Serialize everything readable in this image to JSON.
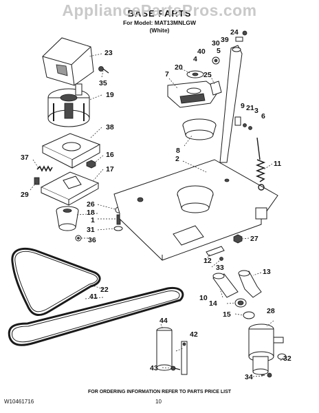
{
  "watermark": "AppliancePartsPros.com",
  "title": "BASE PARTS",
  "model_line": "For Model: MAT13MNLGW",
  "color_line": "(White)",
  "footer": {
    "note": "FOR ORDERING INFORMATION REFER TO PARTS PRICE LIST",
    "doc_code": "W10461716",
    "page": "10"
  },
  "callouts": [
    "23",
    "35",
    "19",
    "38",
    "16",
    "37",
    "17",
    "29",
    "26",
    "18",
    "1",
    "31",
    "36",
    "22",
    "41",
    "44",
    "42",
    "43",
    "24",
    "39",
    "30",
    "5",
    "40",
    "4",
    "20",
    "25",
    "7",
    "9",
    "21",
    "3",
    "6",
    "8",
    "2",
    "11",
    "27",
    "12",
    "33",
    "13",
    "10",
    "14",
    "15",
    "28",
    "32",
    "34"
  ]
}
